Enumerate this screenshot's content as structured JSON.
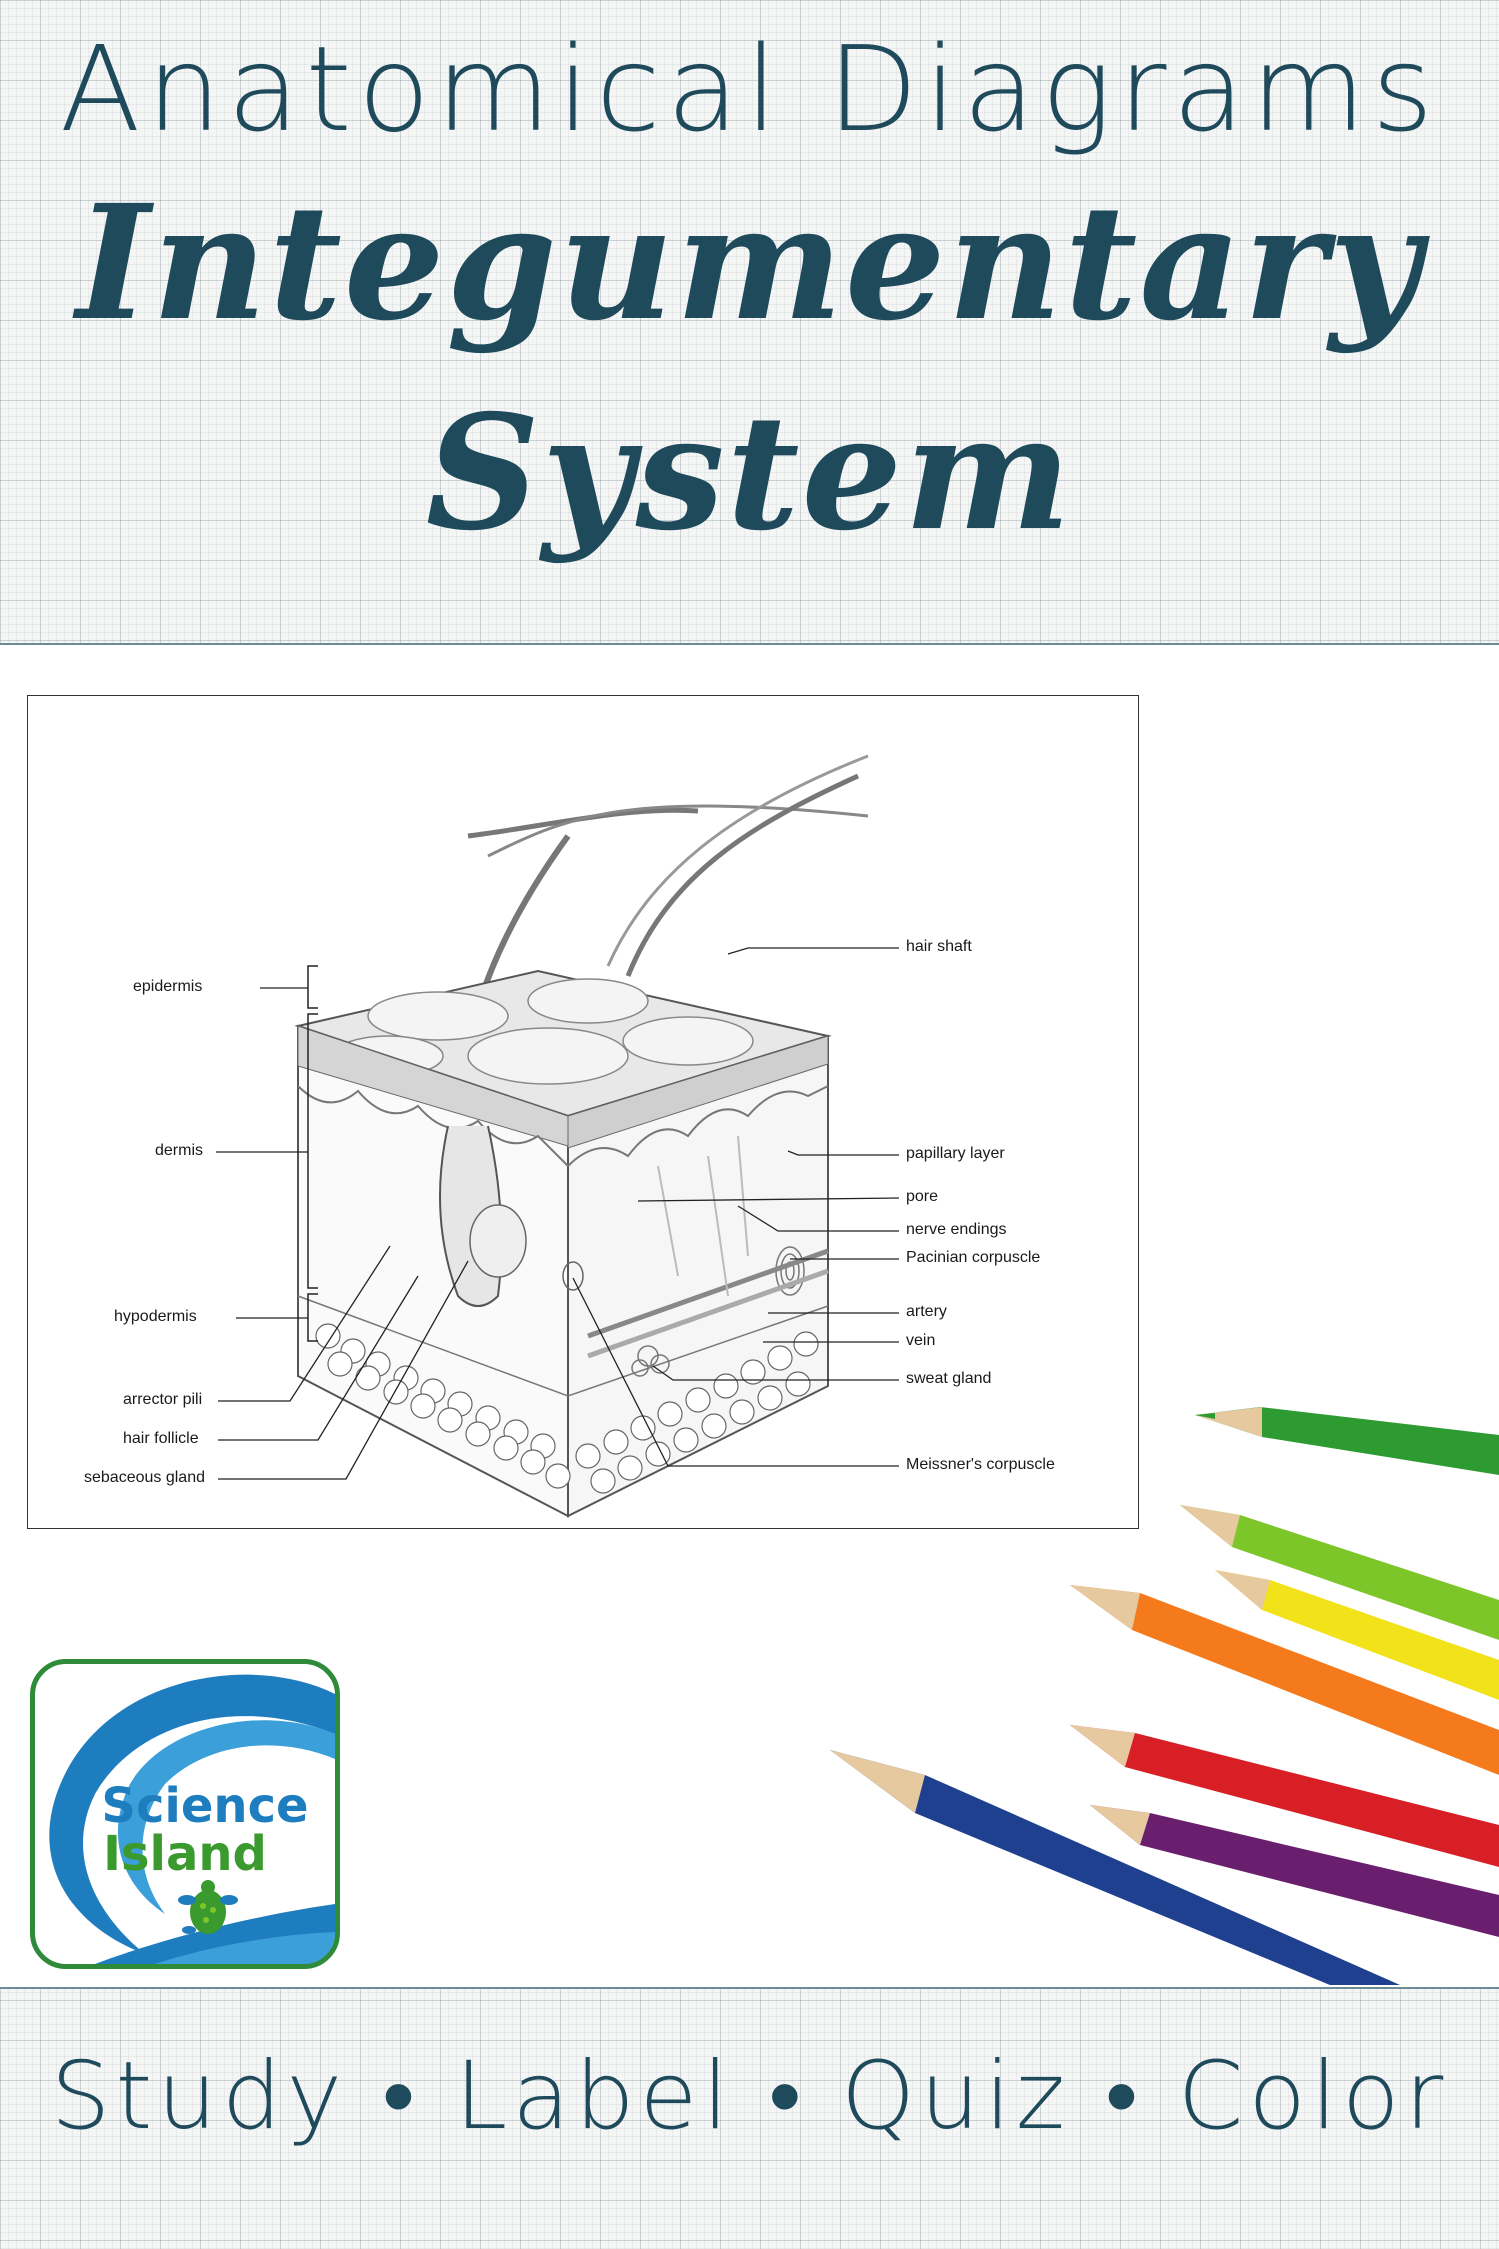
{
  "header": {
    "subtitle": "Anatomical Diagrams",
    "title_line1": "Integumentary",
    "title_line2": "System"
  },
  "diagram": {
    "labels_left": [
      "epidermis",
      "dermis",
      "hypodermis",
      "arrector pili",
      "hair follicle",
      "sebaceous gland"
    ],
    "labels_right": [
      "hair shaft",
      "papillary layer",
      "pore",
      "nerve endings",
      "Pacinian corpuscle",
      "artery",
      "vein",
      "sweat gland",
      "Meissner's corpuscle"
    ]
  },
  "logo": {
    "line1": "Science",
    "line2": "Island",
    "colors": {
      "wave": "#1e7dbf",
      "border": "#2e8b3a",
      "turtle": "#3a9a2e"
    }
  },
  "pencils": {
    "colors": [
      "#2e9a32",
      "#7cc62a",
      "#f2e21a",
      "#f47a1c",
      "#d81f26",
      "#6a1f6e",
      "#1f3f8f"
    ]
  },
  "footer": {
    "tagline": "Study • Label • Quiz • Color"
  },
  "theme": {
    "title_color": "#1f4a5b",
    "panel_border": "#6d8c97"
  }
}
